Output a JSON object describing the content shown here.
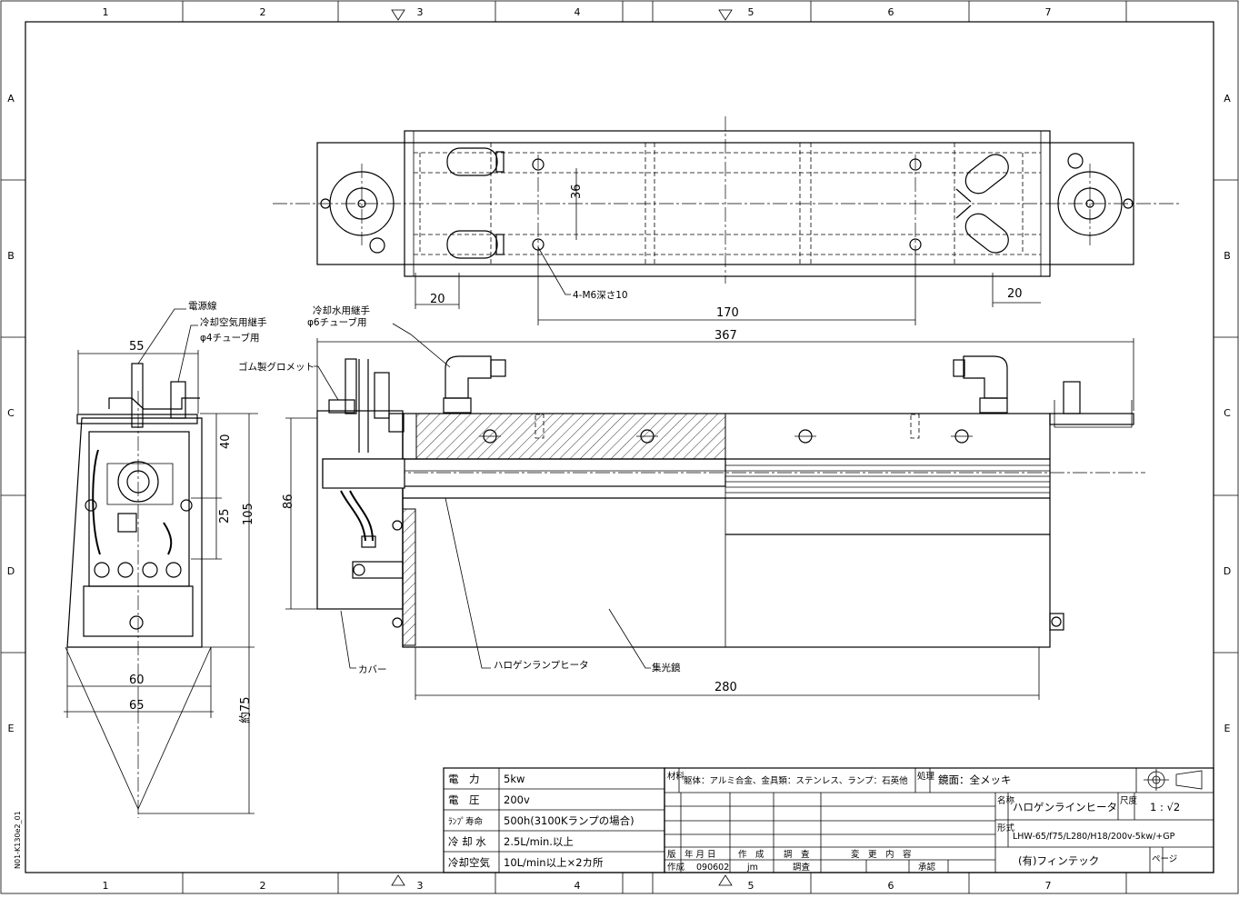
{
  "grid": {
    "cols": [
      "1",
      "2",
      "3",
      "4",
      "5",
      "6",
      "7"
    ],
    "rows": [
      "A",
      "B",
      "C",
      "D",
      "E"
    ]
  },
  "side_label": "N01-K130e2_01",
  "dims": {
    "top_36": "36",
    "top_20_left": "20",
    "top_20_right": "20",
    "top_170": "170",
    "front_367": "367",
    "front_86": "86",
    "front_280": "280",
    "side_55": "55",
    "side_40": "40",
    "side_25": "25",
    "side_105": "105",
    "side_60": "60",
    "side_65": "65",
    "side_75": "約75"
  },
  "notes": {
    "tap_holes": "4-M6深さ10",
    "power_cable": "電源線",
    "air_fitting_1": "冷却空気用継手",
    "air_fitting_2": "φ4チューブ用",
    "grommet": "ゴム製グロメット",
    "water_fitting_1": "冷却水用継手",
    "water_fitting_2": "φ6チューブ用",
    "cover": "カバー",
    "lamp_heater": "ハロゲンランプヒータ",
    "reflector": "集光鏡"
  },
  "specs": [
    {
      "label": "電　力",
      "value": "5kw"
    },
    {
      "label": "電　圧",
      "value": "200v"
    },
    {
      "label": "ﾗﾝﾌﾟ寿命",
      "value": "500h(3100Kランプの場合)"
    },
    {
      "label": "冷 却 水",
      "value": "2.5L/min.以上"
    },
    {
      "label": "冷却空気",
      "value": "10L/min以上×2カ所"
    }
  ],
  "title_block": {
    "material_label": "材料",
    "material": "躯体：アルミ合金、金具類：ステンレス、ランプ：石英他",
    "treatment_label": "処理",
    "treatment": "鏡面：全メッキ",
    "name_label": "名称",
    "name": "ハロゲンラインヒータ",
    "scale_label": "尺度",
    "scale": "1 : √2",
    "model_label": "形式",
    "model": "LHW-65/f75/L280/H18/200v-5kw/+GP",
    "company": "(有)フィンテック",
    "page_label": "ページ",
    "rev_header": [
      "版",
      "年 月 日",
      "作　成",
      "調　査",
      "変　更　内　容"
    ],
    "create_label": "作成",
    "create_date": "090602",
    "create_by": "jm",
    "check_label": "調査",
    "approve_label": "承認"
  }
}
